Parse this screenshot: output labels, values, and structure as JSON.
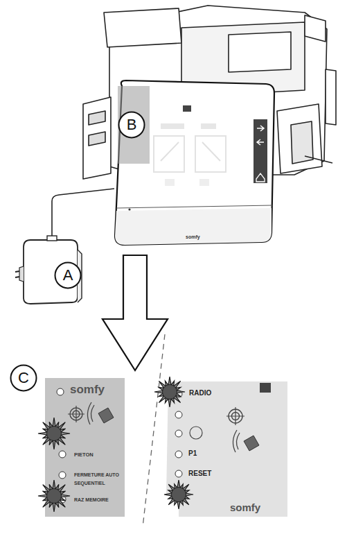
{
  "diagram": {
    "nodes": [
      {
        "text": [
          "B"
        ]
      },
      {
        "text": [
          "A"
        ]
      },
      {
        "text": [
          "C"
        ]
      },
      {
        "text": [
          "somfy",
          "PIETON",
          "FERMETURE AUTO",
          "SEQUENTIEL",
          "RAZ MEMOIRE"
        ]
      },
      {
        "text": [
          "RADIO",
          "P1",
          "RESET",
          "somfy"
        ]
      }
    ],
    "labels": [
      "somfy"
    ]
  }
}
